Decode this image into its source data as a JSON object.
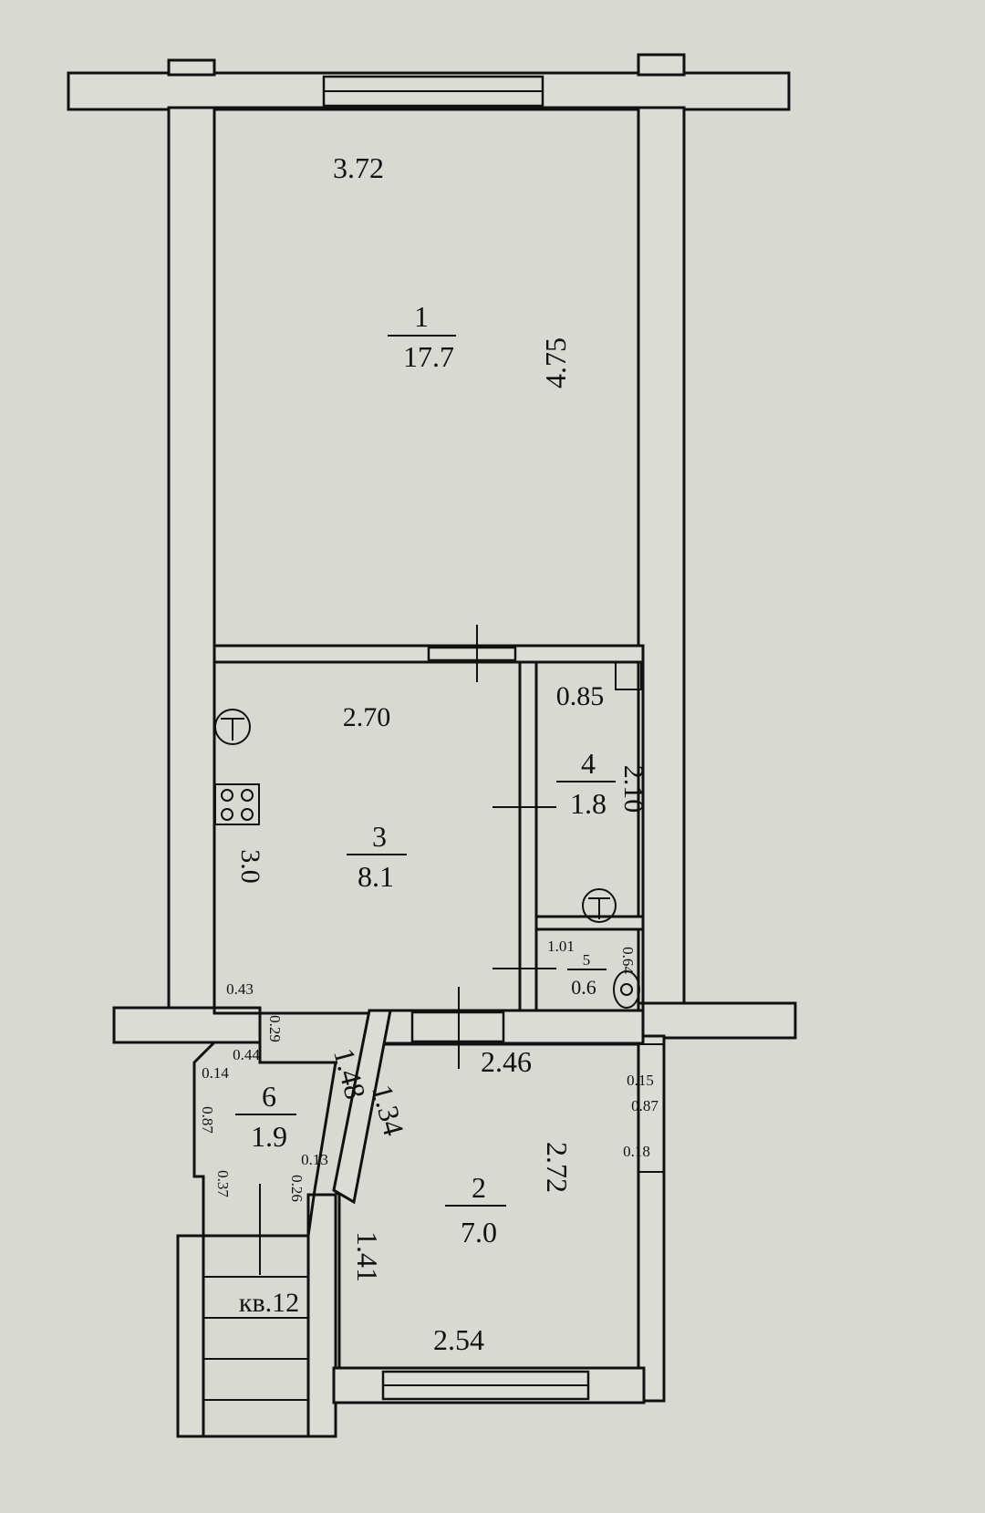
{
  "plan": {
    "apartment_label": "кв.12",
    "rooms": [
      {
        "number": "1",
        "area": "17.7"
      },
      {
        "number": "2",
        "area": "7.0"
      },
      {
        "number": "3",
        "area": "8.1"
      },
      {
        "number": "4",
        "area": "1.8"
      },
      {
        "number": "5",
        "area": "0.6"
      },
      {
        "number": "6",
        "area": "1.9"
      }
    ],
    "dimensions": {
      "room1_width": "3.72",
      "room1_length": "4.75",
      "room3_width": "2.70",
      "room3_length": "3.0",
      "room4_width": "0.85",
      "room4_length": "2.10",
      "room5_width": "1.01",
      "room5_length": "0.64",
      "room2_top": "2.46",
      "room2_right": "2.72",
      "room2_bottom": "2.54",
      "room2_left": "1.41",
      "room2_diag": "1.34",
      "hall_diag": "1.48",
      "d_043": "0.43",
      "d_029": "0.29",
      "d_044": "0.44",
      "d_014": "0.14",
      "d_087_left": "0.87",
      "d_013": "0.13",
      "d_026": "0.26",
      "d_037": "0.37",
      "d_015": "0.15",
      "d_087_right": "0.87",
      "d_018": "0.18"
    }
  }
}
